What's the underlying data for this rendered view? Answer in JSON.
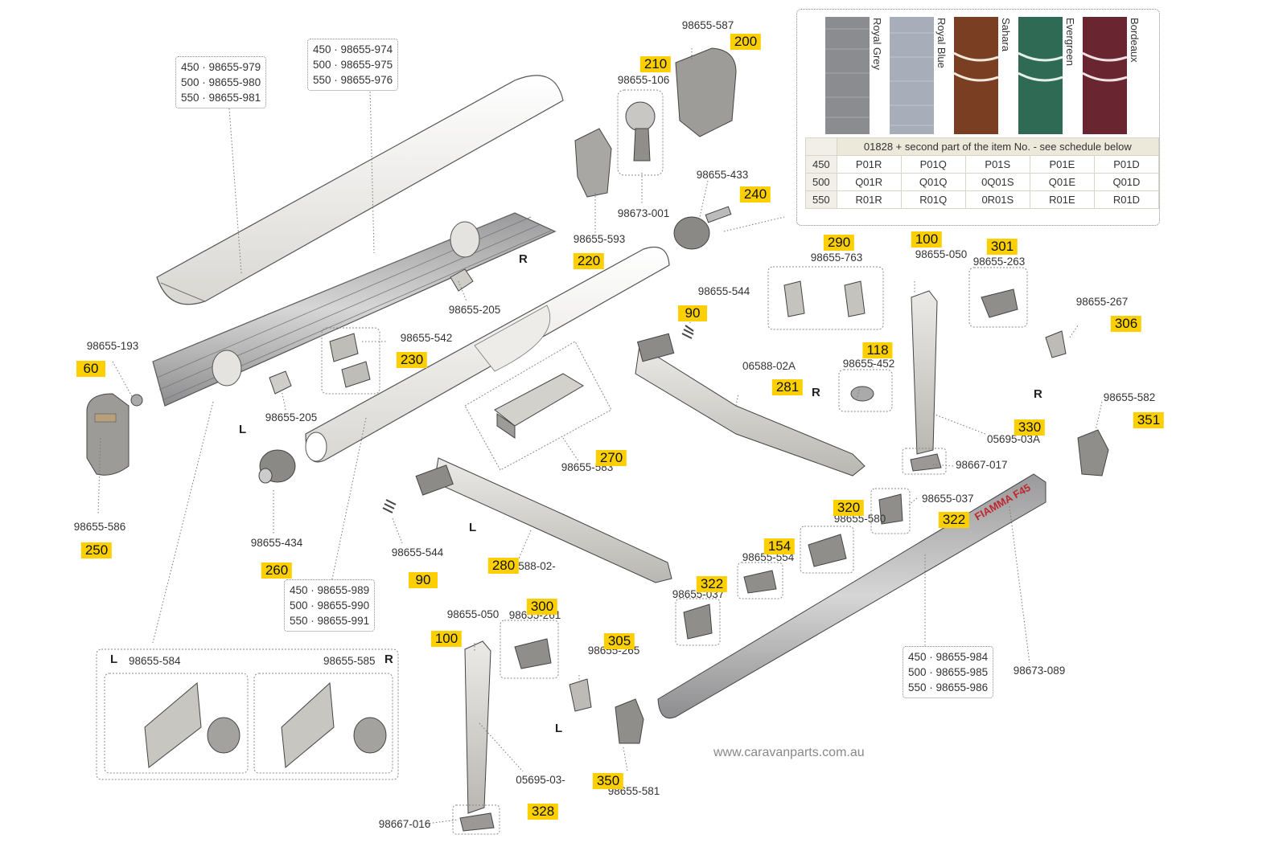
{
  "colors": {
    "badge": "#fcd000",
    "leader": "#888888",
    "part_line": "#555555"
  },
  "swatches": [
    {
      "name": "Royal Grey",
      "color": "#8a8c90"
    },
    {
      "name": "Royal Blue",
      "color": "#a7adb9"
    },
    {
      "name": "Sahara",
      "color": "#7a3f22"
    },
    {
      "name": "Evergreen",
      "color": "#2f6a55"
    },
    {
      "name": "Bordeaux",
      "color": "#6a2630"
    }
  ],
  "codes": {
    "header": "01828 + second part of the item No. - see schedule below",
    "rows": [
      {
        "size": "450",
        "vals": [
          "P01R",
          "P01Q",
          "P01S",
          "P01E",
          "P01D"
        ]
      },
      {
        "size": "500",
        "vals": [
          "Q01R",
          "Q01Q",
          "0Q01S",
          "Q01E",
          "Q01D"
        ]
      },
      {
        "size": "550",
        "vals": [
          "R01R",
          "R01Q",
          "0R01S",
          "R01E",
          "R01D"
        ]
      }
    ]
  },
  "options": {
    "cover": [
      "450 · 98655-979",
      "500 · 98655-980",
      "550 · 98655-981"
    ],
    "case": [
      "450 · 98655-974",
      "500 · 98655-975",
      "550 · 98655-976"
    ],
    "roller": [
      "450 · 98655-989",
      "500 · 98655-990",
      "550 · 98655-991"
    ],
    "front_rail": [
      "450 · 98655-984",
      "500 · 98655-985",
      "550 · 98655-986"
    ]
  },
  "kits": {
    "left": "98655-584",
    "right": "98655-585"
  },
  "sides": {
    "L": "L",
    "R": "R"
  },
  "part_numbers": {
    "p587": "98655-587",
    "p106": "98655-106",
    "p001": "98673-001",
    "p593": "98655-593",
    "p433": "98655-433",
    "p205a": "98655-205",
    "p205b": "98655-205",
    "p193": "98655-193",
    "p542": "98655-542",
    "p586": "98655-586",
    "p434": "98655-434",
    "p583": "98655-583",
    "p544a": "98655-544",
    "p544b": "98655-544",
    "p763": "98655-763",
    "p050a": "98655-050",
    "p263": "98655-263",
    "p267": "98655-267",
    "p452": "98655-452",
    "p02a": "06588-02A",
    "p03a": "05695-03A",
    "p017": "98667-017",
    "p582": "98655-582",
    "p037a": "98655-037",
    "p580": "98655-580",
    "p554": "98655-554",
    "p037b": "98655-037",
    "p02b": "06588-02-",
    "p050b": "98655-050",
    "p261": "98655-261",
    "p265": "98655-265",
    "p03b": "05695-03-",
    "p581": "98655-581",
    "p016": "98667-016",
    "p089": "98673-089"
  },
  "badges": {
    "b200": "200",
    "b210": "210",
    "b220": "220",
    "b240": "240",
    "b60": "60",
    "b230": "230",
    "b250": "250",
    "b260": "260",
    "b270": "270",
    "b90a": "90",
    "b90b": "90",
    "b281": "281",
    "b290": "290",
    "b100a": "100",
    "b301": "301",
    "b306": "306",
    "b118": "118",
    "b330": "330",
    "b351": "351",
    "b322a": "322",
    "b320": "320",
    "b154": "154",
    "b280": "280",
    "b322b": "322",
    "b300": "300",
    "b100b": "100",
    "b305": "305",
    "b350": "350",
    "b328": "328"
  },
  "website": "www.caravanparts.com.au"
}
